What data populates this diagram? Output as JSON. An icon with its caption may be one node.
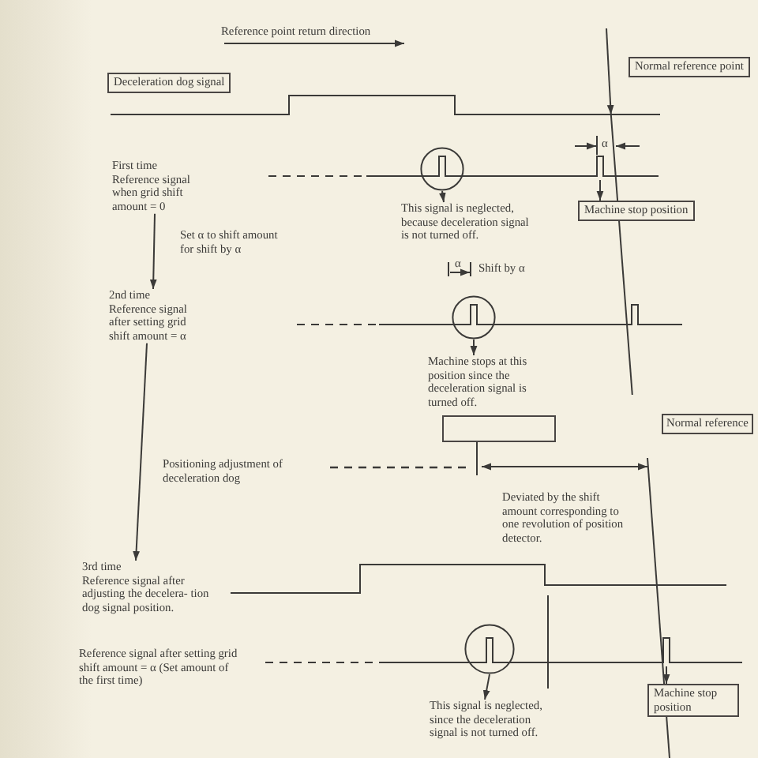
{
  "diagram": {
    "nodes": [
      {
        "text": [
          "Deceleration dog signal"
        ]
      },
      {
        "text": [
          "Normal reference point"
        ]
      },
      {
        "text": [
          "First time",
          "Reference signal when grid shift amount = 0"
        ]
      },
      {
        "text": [],
        "shape": "circle"
      },
      {
        "text": [
          "This signal is neglected, because deceleration signal is not turned off."
        ]
      },
      {
        "text": [
          "Machine stop position"
        ]
      },
      {
        "text": [
          "2nd time",
          "Reference signal after setting grid shift amount = α"
        ]
      },
      {
        "text": [],
        "shape": "circle"
      },
      {
        "text": [
          "Machine stops at this position since the deceleration signal is turned off."
        ]
      },
      {
        "text": [],
        "shape": "box"
      },
      {
        "text": [
          "Normal reference"
        ]
      },
      {
        "text": [
          "3rd time",
          "Reference signal after adjusting the decelera- tion dog signal position."
        ]
      },
      {
        "text": [],
        "shape": "circle"
      },
      {
        "text": [
          "This signal is neglected, since the deceleration signal is not turned off."
        ]
      },
      {
        "text": [
          "Machine stop position"
        ]
      }
    ],
    "edges": [
      {
        "from": 2,
        "to": 6,
        "arrow": "to",
        "label": "Set α to shift amount for shift by α"
      },
      {
        "from": 3,
        "to": 4,
        "arrow": "to"
      },
      {
        "from": null,
        "to": 5,
        "arrow": "to"
      },
      {
        "from": 7,
        "to": 8,
        "arrow": "to"
      },
      {
        "from": 6,
        "to": 11,
        "arrow": "to"
      },
      {
        "from": 12,
        "to": 13,
        "arrow": "to"
      },
      {
        "from": null,
        "to": 14,
        "arrow": "to"
      }
    ],
    "labels": [
      "Reference point return direction",
      "α",
      "α",
      "Shift by α",
      "Positioning adjustment of deceleration dog",
      "Deviated by the shift amount corresponding to one revolution of position detector.",
      "Reference signal after setting grid shift amount = α (Set amount of the first time)"
    ]
  }
}
